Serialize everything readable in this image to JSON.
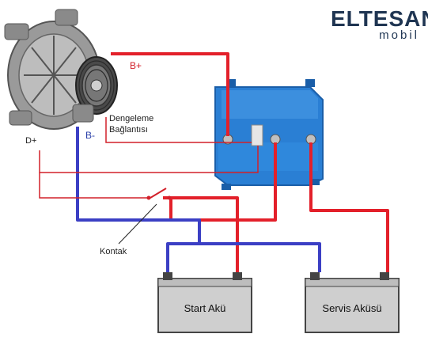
{
  "brand": {
    "name": "ELTESAN",
    "sub": "mobil",
    "accent_color": "#e23a3a",
    "text_color": "#1f3552"
  },
  "labels": {
    "b_plus": "B+",
    "b_minus": "B-",
    "d_plus": "D+",
    "balance_line1": "Dengeleme",
    "balance_line2": "Bağlantısı",
    "ignition": "Kontak"
  },
  "batteries": {
    "start": "Start Akü",
    "service": "Servis Aküsü"
  },
  "colors": {
    "positive_wire": "#e3202a",
    "negative_wire": "#3b3fc4",
    "thin_wire": "#d2202a",
    "isolator_body": "#2a7fd4",
    "battery_fill": "#cfcfcf"
  }
}
